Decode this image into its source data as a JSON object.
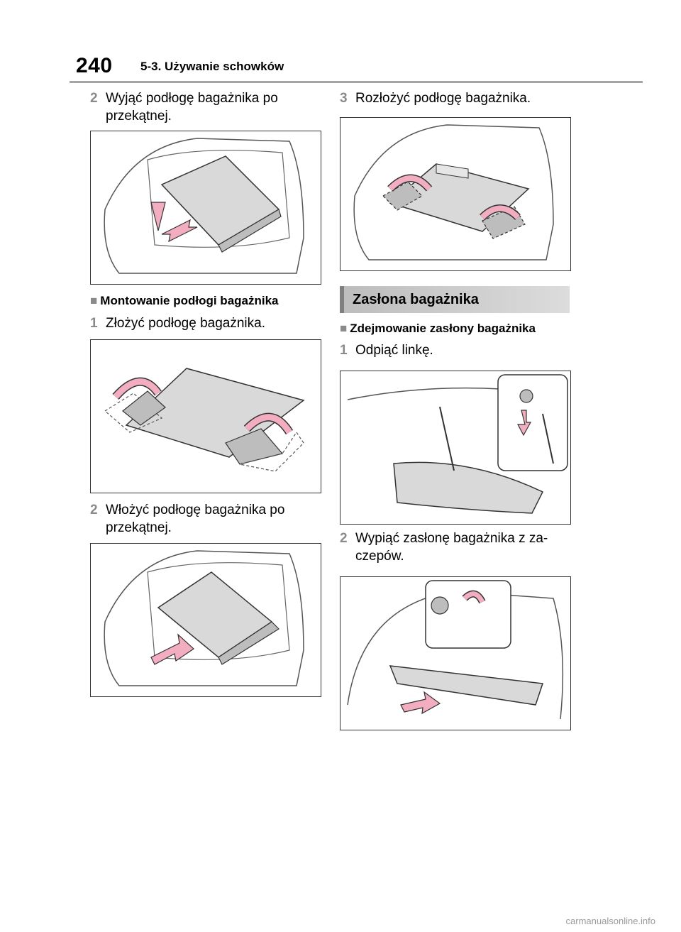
{
  "header": {
    "page_number": "240",
    "chapter": "5-3. Używanie schowków"
  },
  "left": {
    "step2": {
      "num": "2",
      "text": "Wyjąć podłogę bagażnika po przekątnej."
    },
    "sub1": {
      "marker": "■",
      "text": "Montowanie podłogi bagażnika"
    },
    "step1b": {
      "num": "1",
      "text": "Złożyć podłogę bagażnika."
    },
    "step2b": {
      "num": "2",
      "text": "Włożyć podłogę bagażnika po przekątnej."
    }
  },
  "right": {
    "step3": {
      "num": "3",
      "text": "Rozłożyć podłogę bagażnika."
    },
    "section_title": "Zasłona bagażnika",
    "sub2": {
      "marker": "■",
      "text": "Zdejmowanie zasłony bagażnika"
    },
    "step1c": {
      "num": "1",
      "text": "Odpiąć linkę."
    },
    "step2c": {
      "num": "2",
      "text": "Wypiąć zasłonę bagażnika z za-czepów."
    }
  },
  "footer": {
    "watermark": "carmanualsonline.info"
  },
  "colors": {
    "arrow_pink": "#f2aec0",
    "panel_gray": "#d9d9d9",
    "step_gray": "#8a8a8a"
  }
}
